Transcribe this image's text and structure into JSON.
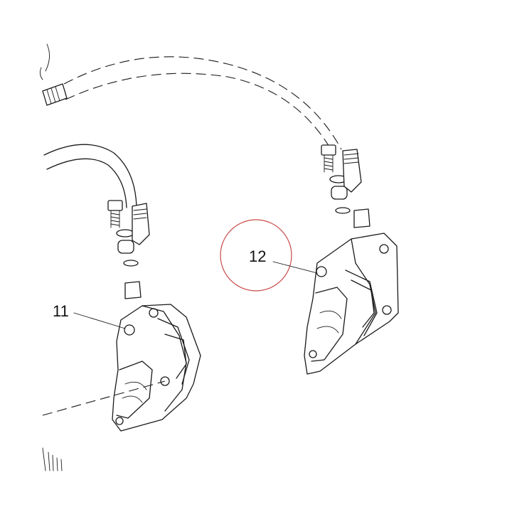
{
  "callouts": [
    {
      "id": "11",
      "label": "11"
    },
    {
      "id": "12",
      "label": "12",
      "highlighted": true
    }
  ],
  "colors": {
    "line": "#1a1a1a",
    "highlight_circle": "#c84a4a",
    "background": "#ffffff"
  }
}
